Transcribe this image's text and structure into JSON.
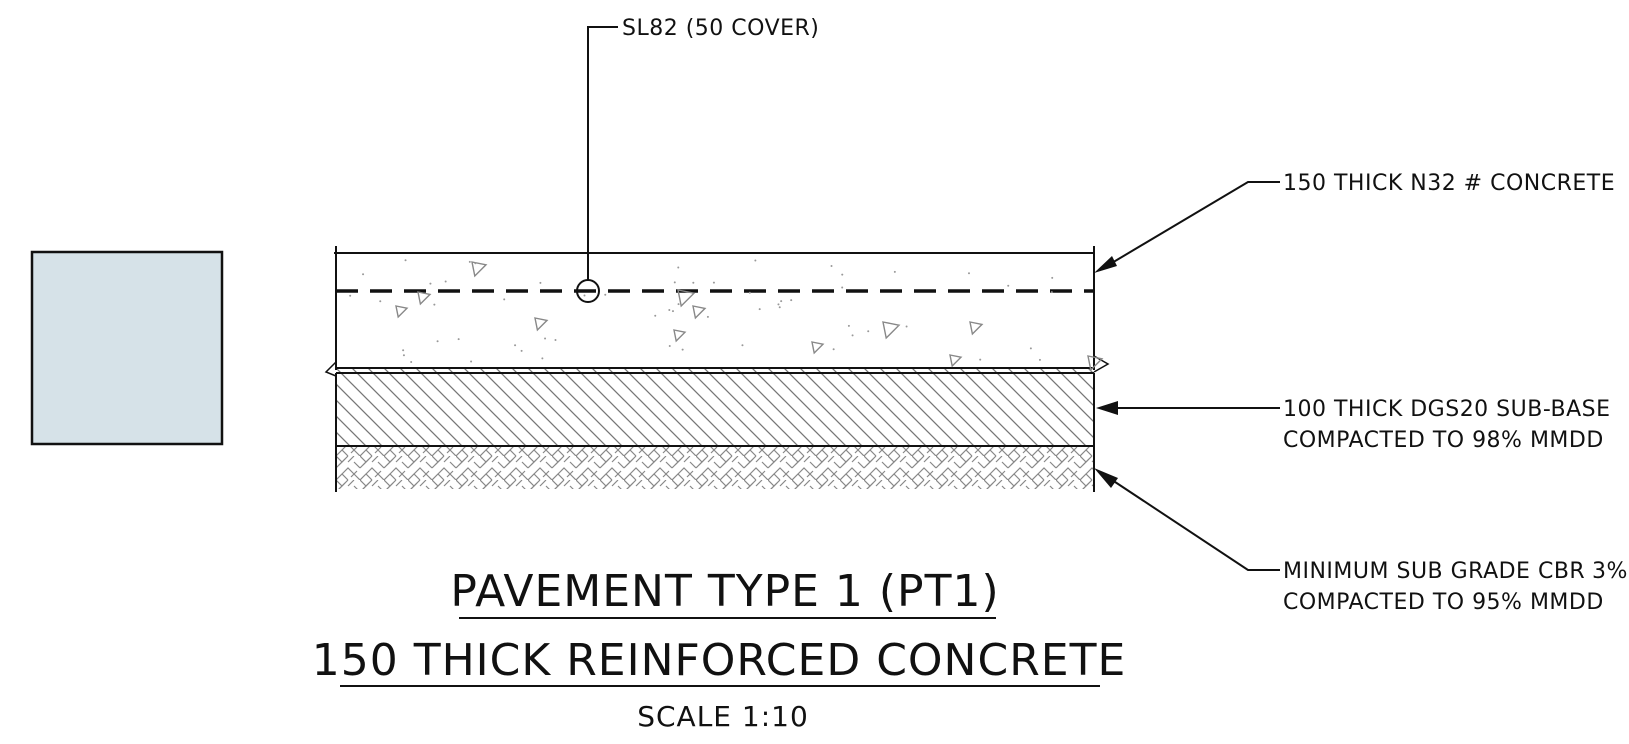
{
  "swatch": {
    "fill_color": "#d6e2e8",
    "stroke_color": "#111111"
  },
  "labels": {
    "mesh": "SL82 (50 COVER)",
    "concrete": "150 THICK N32 # CONCRETE",
    "subbase_line1": "100 THICK DGS20 SUB-BASE",
    "subbase_line2": "COMPACTED TO 98% MMDD",
    "subgrade_line1": "MINIMUM SUB GRADE CBR",
    "subgrade_cbr_value": "3%",
    "subgrade_line2": "COMPACTED TO 95% MMDD"
  },
  "title": {
    "line1": "PAVEMENT TYPE 1 (PT1)",
    "line2": "150 THICK REINFORCED CONCRETE",
    "scale": "SCALE 1:10"
  },
  "colors": {
    "ink": "#111111",
    "hatch": "#888888",
    "background": "#ffffff"
  }
}
